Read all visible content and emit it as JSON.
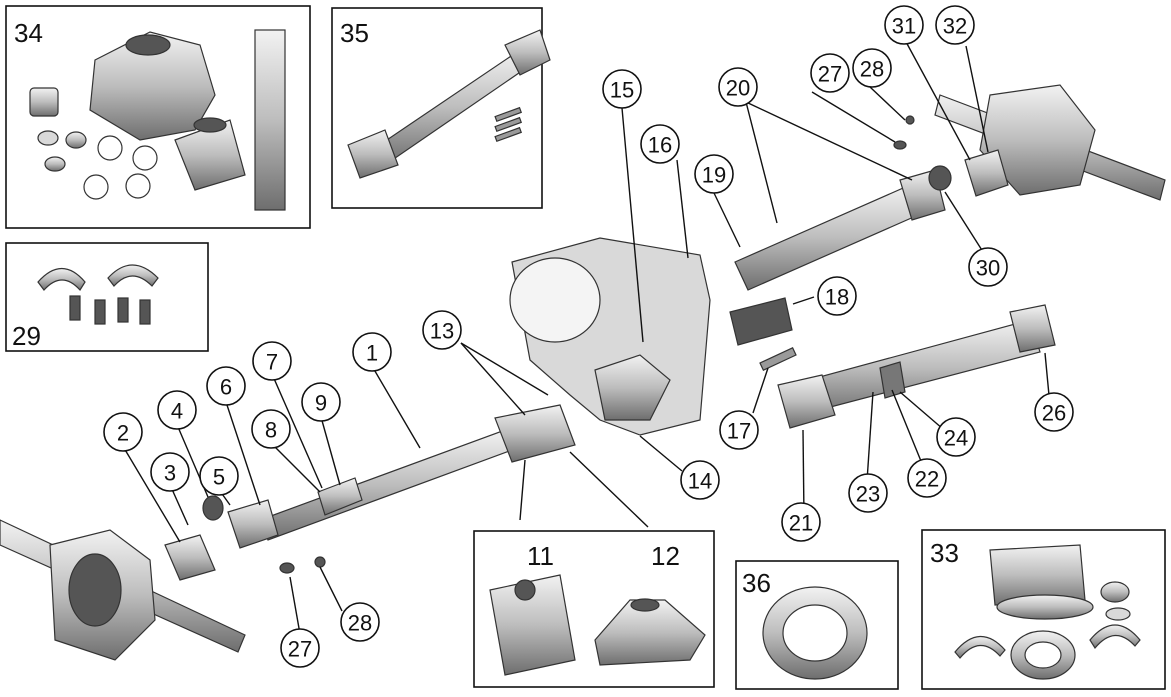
{
  "callouts": [
    {
      "n": "1"
    },
    {
      "n": "2"
    },
    {
      "n": "3"
    },
    {
      "n": "4"
    },
    {
      "n": "5"
    },
    {
      "n": "6"
    },
    {
      "n": "7"
    },
    {
      "n": "8"
    },
    {
      "n": "9"
    },
    {
      "n": "13"
    },
    {
      "n": "14"
    },
    {
      "n": "15"
    },
    {
      "n": "16"
    },
    {
      "n": "17"
    },
    {
      "n": "18"
    },
    {
      "n": "19"
    },
    {
      "n": "20"
    },
    {
      "n": "21"
    },
    {
      "n": "22"
    },
    {
      "n": "23"
    },
    {
      "n": "24"
    },
    {
      "n": "26"
    },
    {
      "n": "27"
    },
    {
      "n": "27"
    },
    {
      "n": "28"
    },
    {
      "n": "28"
    },
    {
      "n": "30"
    },
    {
      "n": "31"
    },
    {
      "n": "32"
    }
  ],
  "insets": {
    "box34": "34",
    "box35": "35",
    "box29": "29",
    "box11_12_a": "11",
    "box11_12_b": "12",
    "box36": "36",
    "box33": "33"
  },
  "colors": {
    "outline": "#111111",
    "metal_light": "#e6e6e6",
    "metal_dark": "#6e6e6e",
    "background": "#ffffff"
  }
}
